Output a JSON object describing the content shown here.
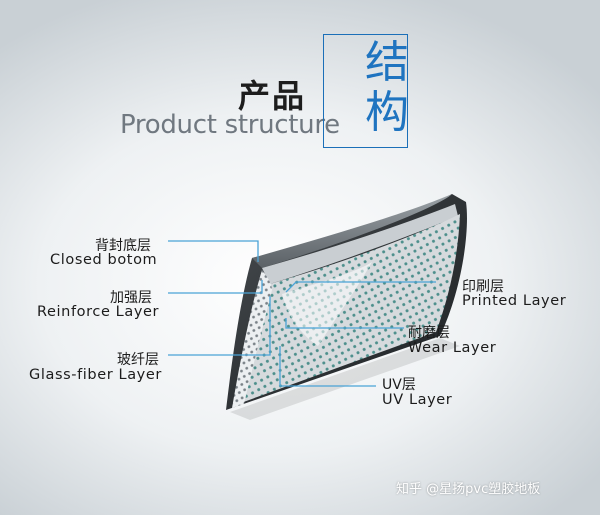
{
  "heading": {
    "title_cn": "产品",
    "title_en": "Product structure",
    "title_big": "结构"
  },
  "labels": {
    "closed_bottom": {
      "cn": "背封底层",
      "en": "Closed botom"
    },
    "reinforce": {
      "cn": "加强层",
      "en": "Reinforce Layer"
    },
    "glass_fiber": {
      "cn": "玻纤层",
      "en": "Glass-fiber Layer"
    },
    "printed": {
      "cn": "印刷层",
      "en": "Printed Layer"
    },
    "wear": {
      "cn": "耐磨层",
      "en": "Wear Layer"
    },
    "uv": {
      "cn": "UV层",
      "en": "UV Layer"
    }
  },
  "watermark": "知乎 @星扬pvc塑胶地板",
  "colors": {
    "accent": "#1f74c0",
    "leader_line": "#4aa3d6",
    "text": "#1c1c1c"
  }
}
